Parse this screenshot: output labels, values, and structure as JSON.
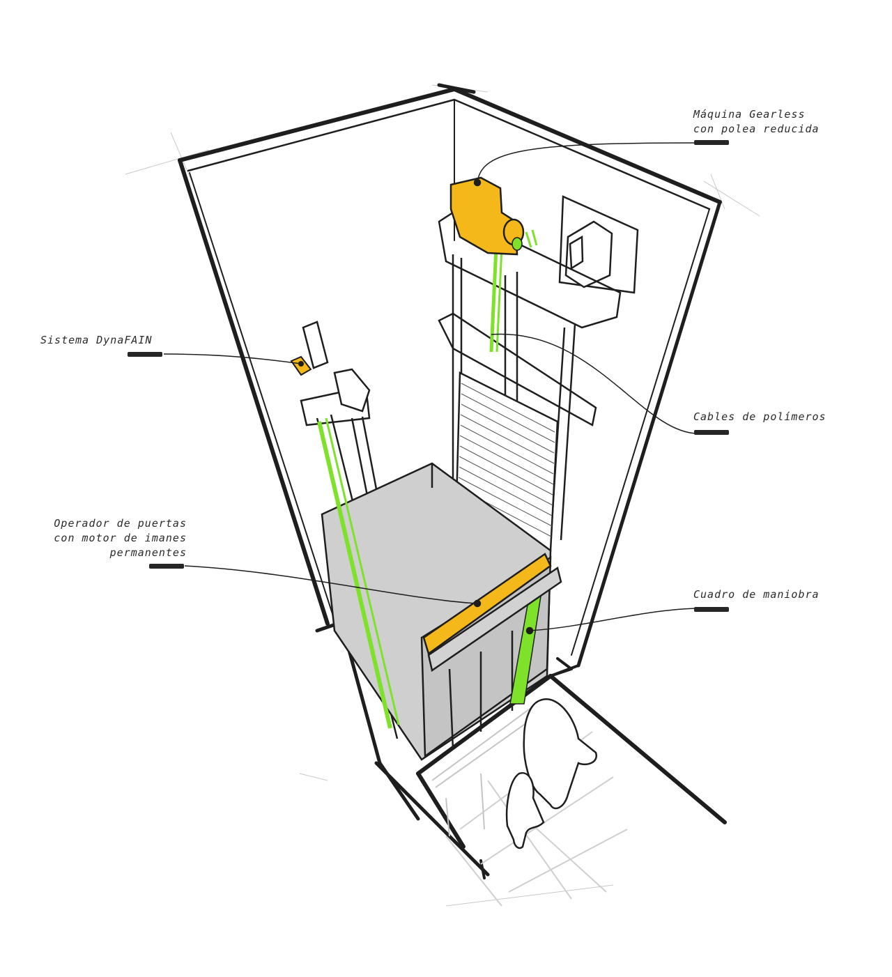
{
  "diagram": {
    "subject": "Elevator shaft isometric sketch",
    "colors": {
      "ink": "#1e1e1e",
      "machine_yellow": "#f5b81a",
      "cable_green": "#7ee12a",
      "car_gray": "#cfcfcf",
      "background": "#ffffff",
      "guide_gray": "#bdbdbd"
    },
    "labels": {
      "machine": {
        "line1": "Máquina Gearless",
        "line2": "con polea reducida"
      },
      "dynafain": {
        "line1": "Sistema DynaFAIN"
      },
      "cables": {
        "line1": "Cables de polímeros"
      },
      "door_operator": {
        "line1": "Operador de puertas",
        "line2": "con motor de imanes",
        "line3": "permanentes"
      },
      "control_panel": {
        "line1": "Cuadro de maniobra"
      }
    }
  }
}
